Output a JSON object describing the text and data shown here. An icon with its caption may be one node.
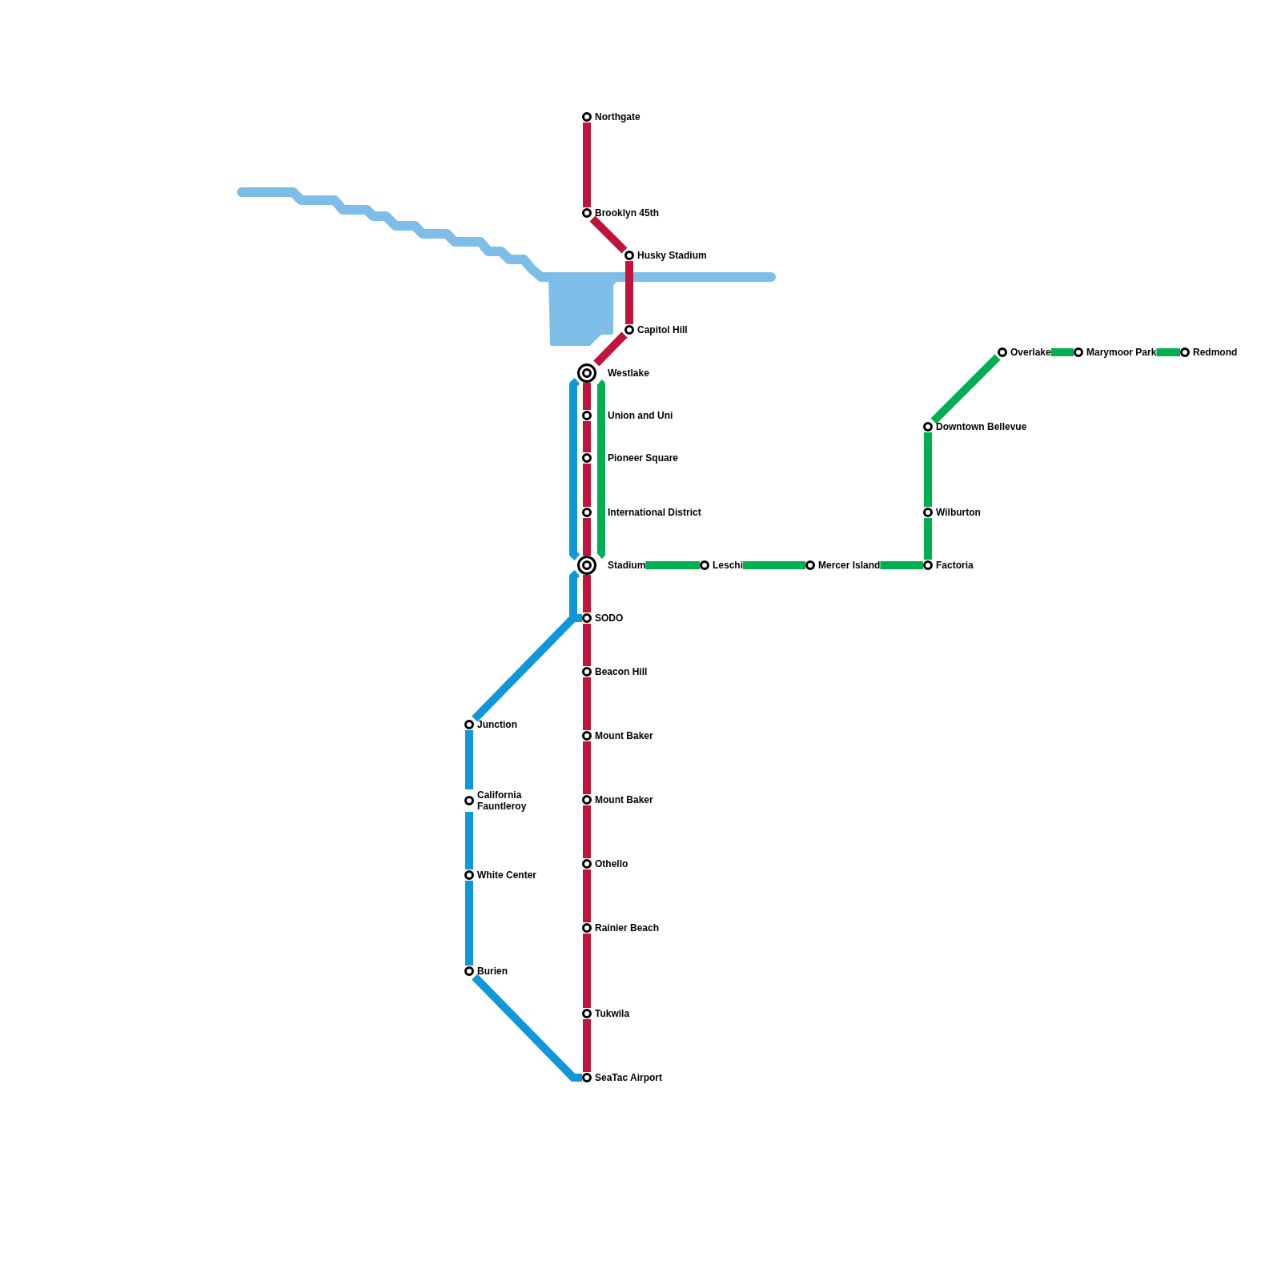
{
  "diagram": {
    "nodes": [
      {
        "text": [
          "Northgate"
        ]
      },
      {
        "text": [
          "Brooklyn 45th"
        ]
      },
      {
        "text": [
          "Husky Stadium"
        ]
      },
      {
        "text": [
          "Capitol Hill"
        ]
      },
      {
        "text": [
          "Westlake"
        ]
      },
      {
        "text": [
          "Union and Uni"
        ]
      },
      {
        "text": [
          "Pioneer Square"
        ]
      },
      {
        "text": [
          "International District"
        ]
      },
      {
        "text": [
          "Stadium"
        ]
      },
      {
        "text": [
          "SODO"
        ]
      },
      {
        "text": [
          "Beacon Hill"
        ]
      },
      {
        "text": [
          "Mount Baker"
        ]
      },
      {
        "text": [
          "Mount Baker"
        ]
      },
      {
        "text": [
          "Othello"
        ]
      },
      {
        "text": [
          "Rainier Beach"
        ]
      },
      {
        "text": [
          "Tukwila"
        ]
      },
      {
        "text": [
          "SeaTac Airport"
        ]
      },
      {
        "text": [
          "Junction"
        ]
      },
      {
        "text": [
          "California Fauntleroy"
        ]
      },
      {
        "text": [
          "White Center"
        ]
      },
      {
        "text": [
          "Burien"
        ]
      },
      {
        "text": [
          "Leschi"
        ]
      },
      {
        "text": [
          "Mercer Island"
        ]
      },
      {
        "text": [
          "Factoria"
        ]
      },
      {
        "text": [
          "Wilburton"
        ]
      },
      {
        "text": [
          "Downtown Bellevue"
        ]
      },
      {
        "text": [
          "Overlake"
        ]
      },
      {
        "text": [
          "Marymoor Park"
        ]
      },
      {
        "text": [
          "Redmond"
        ]
      }
    ],
    "edges": [
      {
        "from": 0,
        "to": 1,
        "arrow": "none",
        "color": "#c0143c"
      },
      {
        "from": 1,
        "to": 2,
        "arrow": "none",
        "color": "#c0143c"
      },
      {
        "from": 2,
        "to": 3,
        "arrow": "none",
        "color": "#c0143c"
      },
      {
        "from": 3,
        "to": 4,
        "arrow": "none",
        "color": "#c0143c"
      },
      {
        "from": 4,
        "to": 5,
        "arrow": "none",
        "color": "#c0143c"
      },
      {
        "from": 5,
        "to": 6,
        "arrow": "none",
        "color": "#c0143c"
      },
      {
        "from": 6,
        "to": 7,
        "arrow": "none",
        "color": "#c0143c"
      },
      {
        "from": 7,
        "to": 8,
        "arrow": "none",
        "color": "#c0143c"
      },
      {
        "from": 8,
        "to": 9,
        "arrow": "none",
        "color": "#c0143c"
      },
      {
        "from": 9,
        "to": 10,
        "arrow": "none",
        "color": "#c0143c"
      },
      {
        "from": 10,
        "to": 11,
        "arrow": "none",
        "color": "#c0143c"
      },
      {
        "from": 11,
        "to": 12,
        "arrow": "none",
        "color": "#c0143c"
      },
      {
        "from": 12,
        "to": 13,
        "arrow": "none",
        "color": "#c0143c"
      },
      {
        "from": 13,
        "to": 14,
        "arrow": "none",
        "color": "#c0143c"
      },
      {
        "from": 14,
        "to": 15,
        "arrow": "none",
        "color": "#c0143c"
      },
      {
        "from": 15,
        "to": 16,
        "arrow": "none",
        "color": "#c0143c"
      },
      {
        "from": 4,
        "to": 8,
        "arrow": "none",
        "color": "#0f97d9"
      },
      {
        "from": 8,
        "to": 9,
        "arrow": "none",
        "color": "#0f97d9"
      },
      {
        "from": 9,
        "to": 17,
        "arrow": "none",
        "color": "#0f97d9"
      },
      {
        "from": 17,
        "to": 18,
        "arrow": "none",
        "color": "#0f97d9"
      },
      {
        "from": 18,
        "to": 19,
        "arrow": "none",
        "color": "#0f97d9"
      },
      {
        "from": 19,
        "to": 20,
        "arrow": "none",
        "color": "#0f97d9"
      },
      {
        "from": 20,
        "to": 16,
        "arrow": "none",
        "color": "#0f97d9"
      },
      {
        "from": 4,
        "to": 8,
        "arrow": "none",
        "color": "#00b050"
      },
      {
        "from": 8,
        "to": 21,
        "arrow": "none",
        "color": "#00b050"
      },
      {
        "from": 21,
        "to": 22,
        "arrow": "none",
        "color": "#00b050"
      },
      {
        "from": 22,
        "to": 23,
        "arrow": "none",
        "color": "#00b050"
      },
      {
        "from": 23,
        "to": 24,
        "arrow": "none",
        "color": "#00b050"
      },
      {
        "from": 24,
        "to": 25,
        "arrow": "none",
        "color": "#00b050"
      },
      {
        "from": 25,
        "to": 26,
        "arrow": "none",
        "color": "#00b050"
      },
      {
        "from": 26,
        "to": 27,
        "arrow": "none",
        "color": "#00b050"
      },
      {
        "from": 27,
        "to": 28,
        "arrow": "none",
        "color": "#00b050"
      }
    ]
  }
}
